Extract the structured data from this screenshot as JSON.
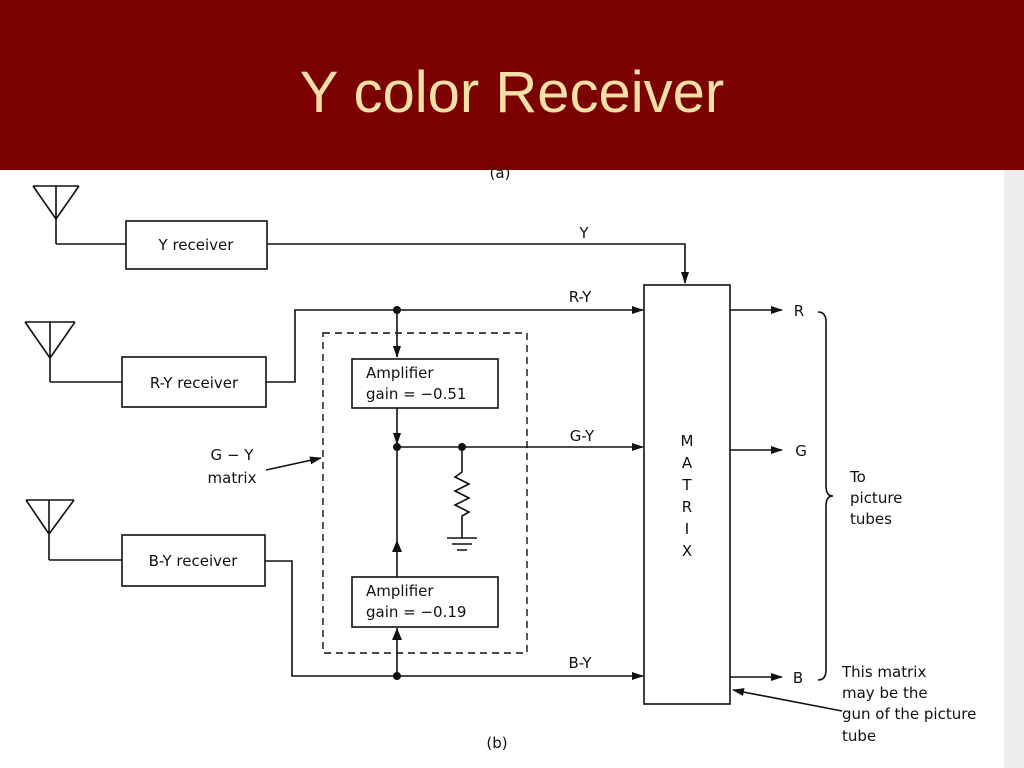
{
  "slide": {
    "title": "Y color Receiver"
  },
  "diagram": {
    "caption_top": "(a)",
    "caption_bottom": "(b)",
    "receivers": {
      "y": "Y receiver",
      "ry": "R-Y receiver",
      "by": "B-Y receiver"
    },
    "signals": {
      "y": "Y",
      "ry": "R-Y",
      "gy": "G-Y",
      "by": "B-Y"
    },
    "amp_top": {
      "line1": "Amplifier",
      "line2": "gain = −0.51"
    },
    "amp_bottom": {
      "line1": "Amplifier",
      "line2": "gain = −0.19"
    },
    "gy_matrix_label": {
      "line1": "G − Y",
      "line2": "matrix"
    },
    "matrix_letters": [
      "M",
      "A",
      "T",
      "R",
      "I",
      "X"
    ],
    "outputs": {
      "r": "R",
      "g": "G",
      "b": "B"
    },
    "to_picture_tubes": [
      "To",
      "picture",
      "tubes"
    ],
    "matrix_note": [
      "This matrix",
      "may be the",
      "gun of the picture",
      "tube"
    ]
  }
}
